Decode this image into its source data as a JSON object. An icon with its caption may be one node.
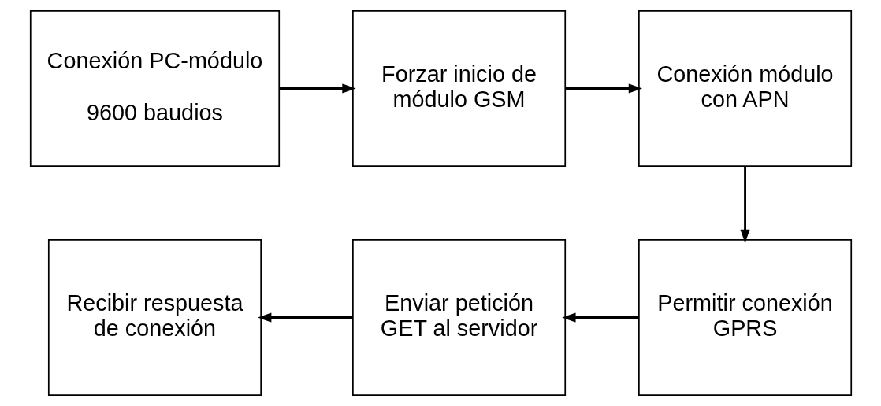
{
  "diagram": {
    "nodes": [
      {
        "text": [
          "Conexión PC-módulo",
          "9600 baudios"
        ]
      },
      {
        "text": [
          "Forzar inicio de módulo GSM"
        ]
      },
      {
        "text": [
          "Conexión módulo con APN"
        ]
      },
      {
        "text": [
          "Permitir conexión GPRS"
        ]
      },
      {
        "text": [
          "Enviar petición GET al servidor"
        ]
      },
      {
        "text": [
          "Recibir respuesta de conexión"
        ]
      }
    ],
    "edges": [
      {
        "from": 0,
        "to": 1,
        "arrow": "to"
      },
      {
        "from": 1,
        "to": 2,
        "arrow": "to"
      },
      {
        "from": 2,
        "to": 3,
        "arrow": "to"
      },
      {
        "from": 3,
        "to": 4,
        "arrow": "to"
      },
      {
        "from": 4,
        "to": 5,
        "arrow": "to"
      }
    ]
  }
}
